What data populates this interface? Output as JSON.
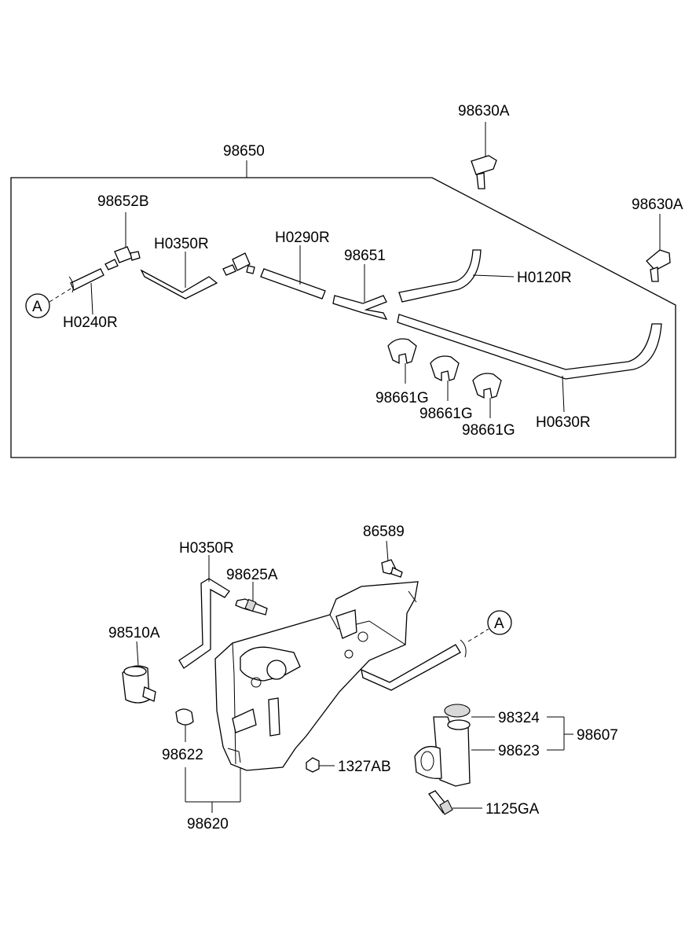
{
  "labels": {
    "p98650": "98650",
    "p98630A_top": "98630A",
    "p98630A_right": "98630A",
    "p98652B": "98652B",
    "h0350R_top": "H0350R",
    "h0290R": "H0290R",
    "p98651": "98651",
    "h0120R": "H0120R",
    "h0240R": "H0240R",
    "ref_A_top": "A",
    "p98661G_1": "98661G",
    "p98661G_2": "98661G",
    "p98661G_3": "98661G",
    "h0630R": "H0630R",
    "p86589": "86589",
    "h0350R_bottom": "H0350R",
    "p98625A": "98625A",
    "p98510A": "98510A",
    "ref_A_bottom": "A",
    "p98324": "98324",
    "p98607": "98607",
    "p98623": "98623",
    "p98622": "98622",
    "p1327AB": "1327AB",
    "p1125GA": "1125GA",
    "p98620": "98620"
  }
}
